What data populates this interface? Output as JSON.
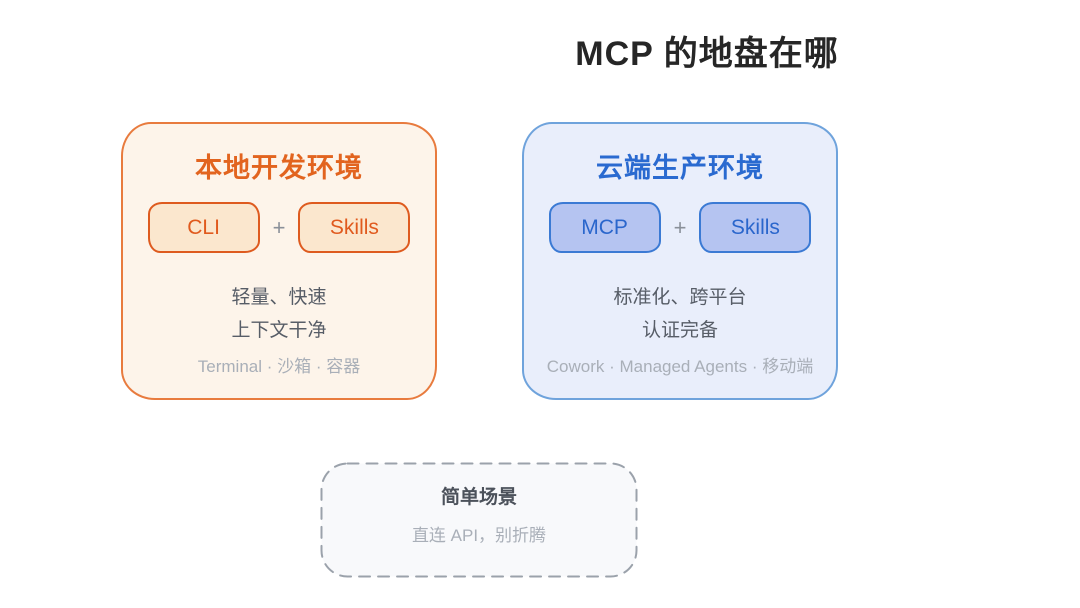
{
  "title": "MCP 的地盘在哪",
  "plus": "+",
  "cards": {
    "local": {
      "title": "本地开发环境",
      "badges": [
        "CLI",
        "Skills"
      ],
      "features": [
        "轻量、快速",
        "上下文干净"
      ],
      "footnote": "Terminal · 沙箱 · 容器",
      "accent_color": "#E2641F",
      "border_color": "#E87B3E",
      "background_color": "#FDF4EA",
      "badge_background": "#FBE7CE",
      "badge_border": "#DE5B1F"
    },
    "cloud": {
      "title": "云端生产环境",
      "badges": [
        "MCP",
        "Skills"
      ],
      "features": [
        "标准化、跨平台",
        "认证完备"
      ],
      "footnote": "Cowork · Managed Agents · 移动端",
      "accent_color": "#2A6AD0",
      "border_color": "#6FA3DC",
      "background_color": "#E9EEFB",
      "badge_background": "#B5C4F1",
      "badge_border": "#3B7AD4"
    }
  },
  "fallback": {
    "title": "简单场景",
    "subtitle": "直连 API，别折腾",
    "border_color": "#9BA2AB",
    "background_color": "#F8F9FB"
  }
}
